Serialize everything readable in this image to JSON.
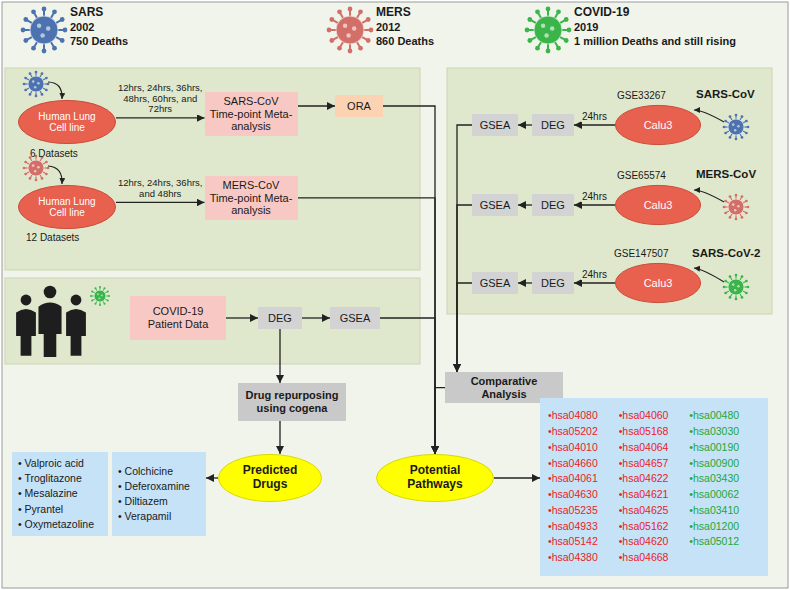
{
  "diagram": {
    "nodes": [
      {
        "text": [
          "Human Lung Cell line"
        ]
      },
      {
        "text": [
          "SARS-CoV Time-point Meta-analysis"
        ]
      },
      {
        "text": [
          "ORA"
        ]
      },
      {
        "text": [
          "Human Lung Cell line"
        ]
      },
      {
        "text": [
          "MERS-CoV Time-point Meta-analysis"
        ]
      },
      {
        "text": [
          "GSEA"
        ]
      },
      {
        "text": [
          "DEG"
        ]
      },
      {
        "text": [
          "Calu3"
        ]
      },
      {
        "text": [
          "GSEA"
        ]
      },
      {
        "text": [
          "DEG"
        ]
      },
      {
        "text": [
          "Calu3"
        ]
      },
      {
        "text": [
          "GSEA"
        ]
      },
      {
        "text": [
          "DEG"
        ]
      },
      {
        "text": [
          "Calu3"
        ]
      },
      {
        "text": [
          "COVID-19 Patient Data"
        ]
      },
      {
        "text": [
          "DEG"
        ]
      },
      {
        "text": [
          "GSEA"
        ]
      },
      {
        "text": [
          "Drug repurposing using cogena"
        ]
      },
      {
        "text": [
          "Comparative Analysis"
        ]
      },
      {
        "text": [
          "• Valproic acid",
          "• Troglitazone",
          "• Mesalazine",
          "• Pyrantel",
          "• Oxymetazoline"
        ]
      },
      {
        "text": [
          "• Colchicine",
          "• Deferoxamine",
          "• Diltiazem",
          "• Verapamil"
        ]
      },
      {
        "text": [
          "Predicted Drugs"
        ]
      },
      {
        "text": [
          "Potential Pathways"
        ]
      },
      {
        "text": [
          "•hsa04080",
          "•hsa05202",
          "•hsa04010",
          "•hsa04660",
          "•hsa04061",
          "•hsa04630",
          "•hsa05235",
          "•hsa04933",
          "•hsa05142",
          "•hsa04380",
          "•hsa04060",
          "•hsa05168",
          "•hsa04064",
          "•hsa04657",
          "•hsa04622",
          "•hsa04621",
          "•hsa04625",
          "•hsa05162",
          "•hsa04620",
          "•hsa04668",
          "•hsa00480",
          "•hsa03030",
          "•hsa00190",
          "•hsa00900",
          "•hsa03430",
          "•hsa00062",
          "•hsa03410",
          "•hsa01200",
          "•hsa05012"
        ]
      }
    ],
    "edges": [
      {
        "from": 0,
        "to": 1,
        "arrow": "to",
        "label": "12hrs, 24hrs, 36hrs, 48hrs, 60hrs, and 72hrs"
      },
      {
        "from": 1,
        "to": 2,
        "arrow": "to"
      },
      {
        "from": 3,
        "to": 4,
        "arrow": "to",
        "label": "12hrs, 24hrs, 36hrs, and 48hrs"
      },
      {
        "from": 2,
        "to": 22,
        "arrow": "to"
      },
      {
        "from": 4,
        "to": 22,
        "arrow": "to"
      },
      {
        "from": 7,
        "to": 6,
        "arrow": "to",
        "label": "24hrs"
      },
      {
        "from": 6,
        "to": 5,
        "arrow": "to"
      },
      {
        "from": 10,
        "to": 9,
        "arrow": "to",
        "label": "24hrs"
      },
      {
        "from": 9,
        "to": 8,
        "arrow": "to"
      },
      {
        "from": 13,
        "to": 12,
        "arrow": "to",
        "label": "24hrs"
      },
      {
        "from": 12,
        "to": 11,
        "arrow": "to"
      },
      {
        "from": 5,
        "to": 18,
        "arrow": "to"
      },
      {
        "from": 8,
        "to": 18,
        "arrow": "to"
      },
      {
        "from": 11,
        "to": 18,
        "arrow": "to"
      },
      {
        "from": 14,
        "to": 15,
        "arrow": "to"
      },
      {
        "from": 15,
        "to": 16,
        "arrow": "to"
      },
      {
        "from": 16,
        "to": 22,
        "arrow": "to"
      },
      {
        "from": 15,
        "to": 17,
        "arrow": "to"
      },
      {
        "from": 17,
        "to": 21,
        "arrow": "to"
      },
      {
        "from": 21,
        "to": 20,
        "arrow": "to"
      },
      {
        "from": 18,
        "to": 22,
        "arrow": "to"
      },
      {
        "from": 22,
        "to": 23,
        "arrow": "to"
      }
    ],
    "labels": [
      "SARS",
      "2002",
      "750 Deaths",
      "MERS",
      "2012",
      "860 Deaths",
      "COVID-19",
      "2019",
      "1 million Deaths and still rising",
      "6 Datasets",
      "12 Datasets",
      "GSE33267",
      "SARS-CoV",
      "GSE65574",
      "MERS-CoV",
      "GSE147507",
      "SARS-CoV-2"
    ]
  }
}
